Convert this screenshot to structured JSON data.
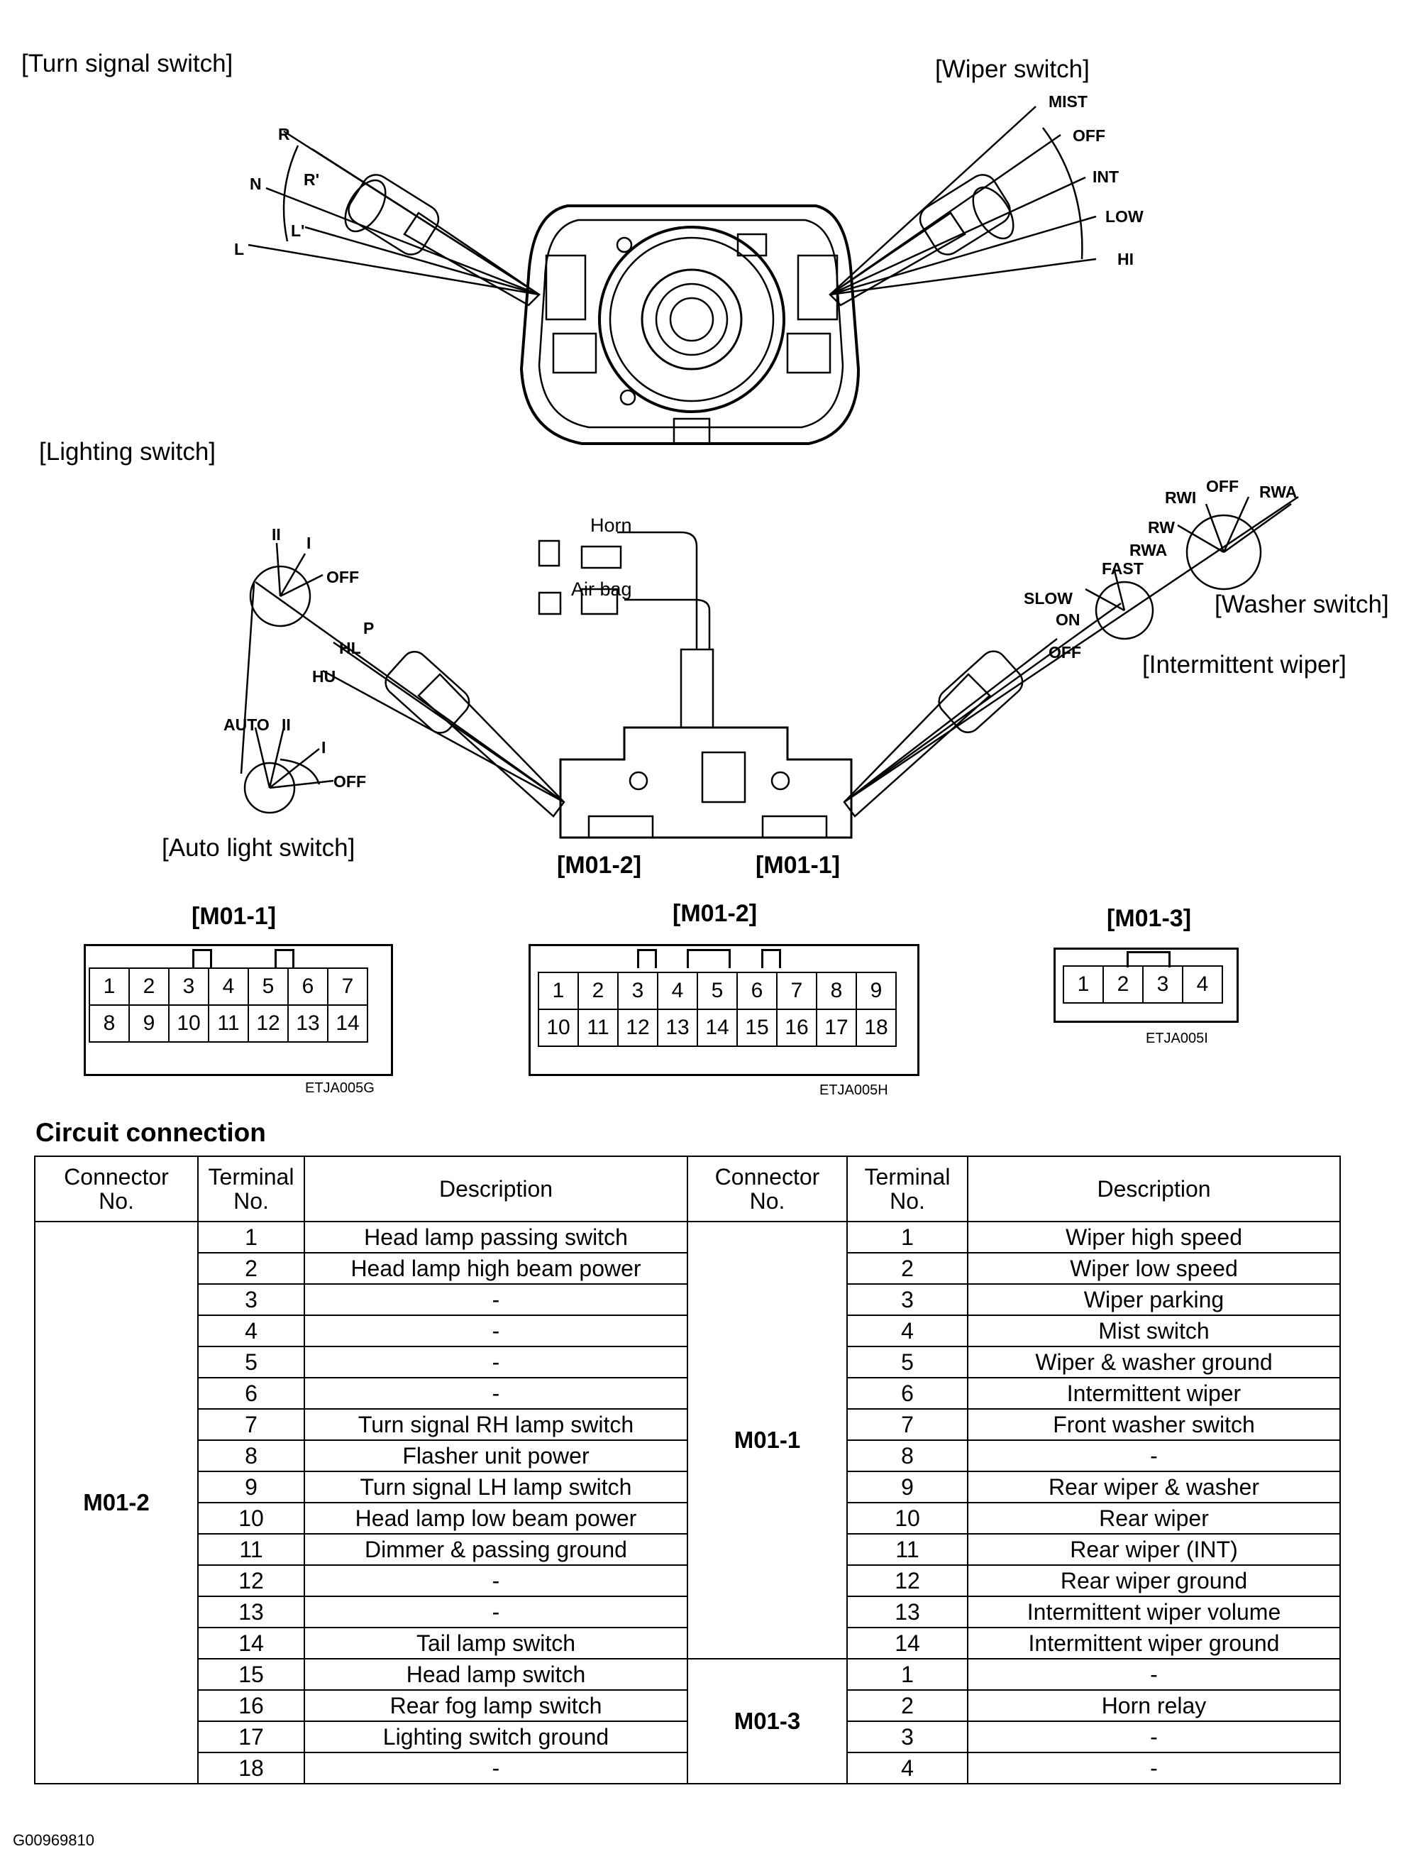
{
  "diagram": {
    "turn_signal_title": "[Turn signal switch]",
    "wiper_title": "[Wiper switch]",
    "lighting_title": "[Lighting switch]",
    "washer_title": "[Washer switch]",
    "intermittent_title": "[Intermittent wiper]",
    "auto_light_title": "[Auto light switch]",
    "turn_positions": [
      "R",
      "R'",
      "N",
      "L'",
      "L"
    ],
    "wiper_positions": [
      "MIST",
      "OFF",
      "INT",
      "LOW",
      "HI"
    ],
    "lighting_positions": [
      "II",
      "I",
      "OFF",
      "HL",
      "P",
      "HU"
    ],
    "auto_positions": [
      "AUTO",
      "II",
      "I",
      "OFF"
    ],
    "washer_positions": [
      "RWI",
      "OFF",
      "RWA",
      "RW",
      "RWA"
    ],
    "intermittent_positions": [
      "FAST",
      "SLOW",
      "ON",
      "OFF"
    ],
    "horn_label": "Horn",
    "airbag_label": "Air bag",
    "body_connector_left": "[M01-2]",
    "body_connector_right": "[M01-1]"
  },
  "connectors": [
    {
      "title": "[M01-1]",
      "row1": [
        "1",
        "2",
        "3",
        "4",
        "5",
        "6",
        "7"
      ],
      "row2": [
        "8",
        "9",
        "10",
        "11",
        "12",
        "13",
        "14"
      ],
      "code": "ETJA005G"
    },
    {
      "title": "[M01-2]",
      "row1": [
        "1",
        "2",
        "3",
        "4",
        "5",
        "6",
        "7",
        "8",
        "9"
      ],
      "row2": [
        "10",
        "11",
        "12",
        "13",
        "14",
        "15",
        "16",
        "17",
        "18"
      ],
      "code": "ETJA005H"
    },
    {
      "title": "[M01-3]",
      "row1": [
        "1",
        "2",
        "3",
        "4"
      ],
      "code": "ETJA005I"
    }
  ],
  "circuit": {
    "title": "Circuit connection",
    "headers": {
      "connector": [
        "Connector",
        "No."
      ],
      "terminal": [
        "Terminal",
        "No."
      ],
      "description": "Description"
    },
    "left_group": "M01-2",
    "left_rows": [
      {
        "terminal": "1",
        "description": "Head lamp passing switch"
      },
      {
        "terminal": "2",
        "description": "Head lamp high beam power"
      },
      {
        "terminal": "3",
        "description": "-"
      },
      {
        "terminal": "4",
        "description": "-"
      },
      {
        "terminal": "5",
        "description": "-"
      },
      {
        "terminal": "6",
        "description": "-"
      },
      {
        "terminal": "7",
        "description": "Turn signal RH lamp switch"
      },
      {
        "terminal": "8",
        "description": "Flasher unit power"
      },
      {
        "terminal": "9",
        "description": "Turn signal LH lamp switch"
      },
      {
        "terminal": "10",
        "description": "Head lamp low beam power"
      },
      {
        "terminal": "11",
        "description": "Dimmer & passing ground"
      },
      {
        "terminal": "12",
        "description": "-"
      },
      {
        "terminal": "13",
        "description": "-"
      },
      {
        "terminal": "14",
        "description": "Tail lamp switch"
      },
      {
        "terminal": "15",
        "description": "Head lamp switch"
      },
      {
        "terminal": "16",
        "description": "Rear fog lamp switch"
      },
      {
        "terminal": "17",
        "description": "Lighting switch ground"
      },
      {
        "terminal": "18",
        "description": "-"
      }
    ],
    "right_group_1": "M01-1",
    "right_rows_1": [
      {
        "terminal": "1",
        "description": "Wiper high speed"
      },
      {
        "terminal": "2",
        "description": "Wiper low speed"
      },
      {
        "terminal": "3",
        "description": "Wiper parking"
      },
      {
        "terminal": "4",
        "description": "Mist switch"
      },
      {
        "terminal": "5",
        "description": "Wiper & washer ground"
      },
      {
        "terminal": "6",
        "description": "Intermittent wiper"
      },
      {
        "terminal": "7",
        "description": "Front washer switch"
      },
      {
        "terminal": "8",
        "description": "-"
      },
      {
        "terminal": "9",
        "description": "Rear wiper & washer"
      },
      {
        "terminal": "10",
        "description": "Rear wiper"
      },
      {
        "terminal": "11",
        "description": "Rear wiper (INT)"
      },
      {
        "terminal": "12",
        "description": "Rear wiper ground"
      },
      {
        "terminal": "13",
        "description": "Intermittent wiper volume"
      },
      {
        "terminal": "14",
        "description": "Intermittent wiper ground"
      }
    ],
    "right_group_2": "M01-3",
    "right_rows_2": [
      {
        "terminal": "1",
        "description": "-"
      },
      {
        "terminal": "2",
        "description": "Horn relay"
      },
      {
        "terminal": "3",
        "description": "-"
      },
      {
        "terminal": "4",
        "description": "-"
      }
    ]
  },
  "footer_code": "G00969810"
}
